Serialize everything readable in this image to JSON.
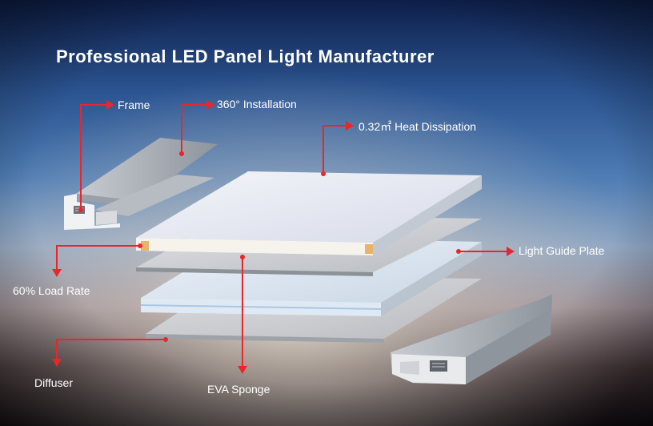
{
  "title": "Professional LED Panel Light Manufacturer",
  "labels": {
    "frame": "Frame",
    "installation": "360° Installation",
    "heat": "0.32㎡ Heat Dissipation",
    "light_guide": "Light Guide Plate",
    "load_rate": "60% Load Rate",
    "diffuser": "Diffuser",
    "eva": "EVA Sponge"
  },
  "colors": {
    "callout": "#e8262b",
    "text": "#ffffff"
  }
}
